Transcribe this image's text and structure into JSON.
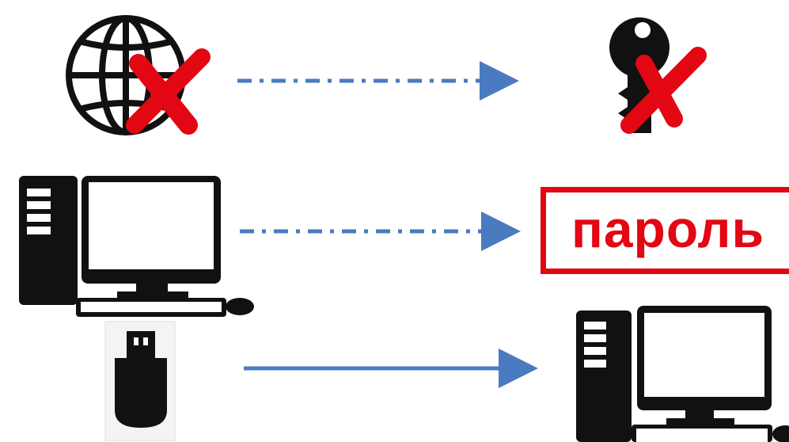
{
  "password_label": "пароль",
  "icons": {
    "globe": "globe-icon",
    "key": "key-icon",
    "computer": "desktop-computer-icon",
    "usb": "usb-flash-drive-icon",
    "cross": "cross-mark-icon"
  },
  "connections": [
    {
      "from": "globe",
      "to": "key",
      "style": "dash-dot"
    },
    {
      "from": "computer",
      "to": "password",
      "style": "dash-dot"
    },
    {
      "from": "usb",
      "to": "computer-right",
      "style": "solid"
    }
  ],
  "colors": {
    "arrow": "#4a7bc0",
    "cross": "#e30613",
    "password": "#e30613",
    "icon": "#111111"
  }
}
